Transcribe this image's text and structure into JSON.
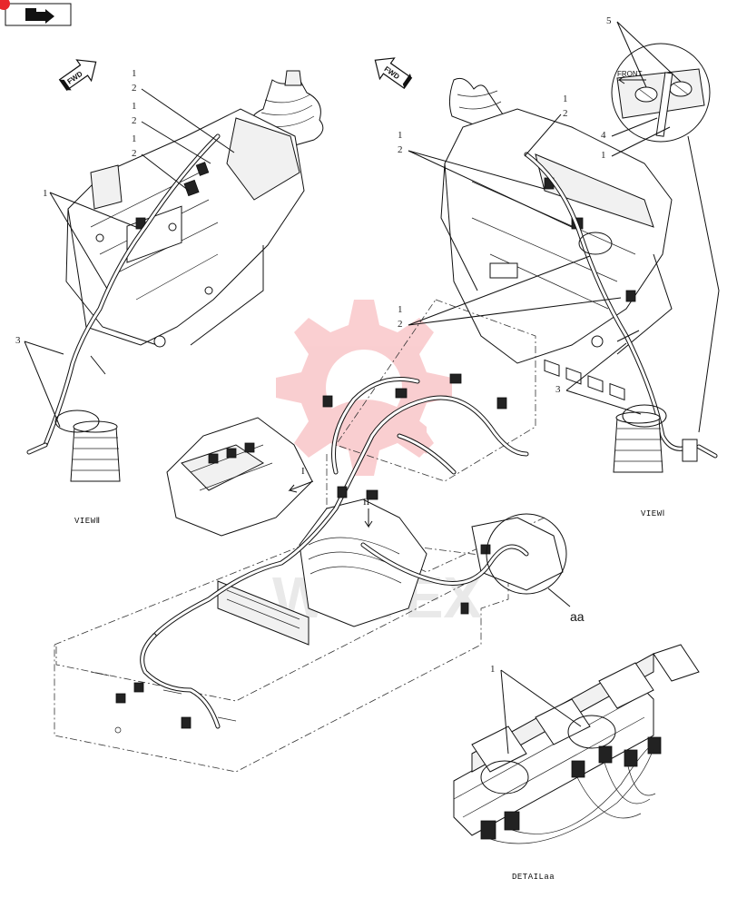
{
  "corner_badge": {
    "icon": "return-arrow-icon",
    "accent": "#e8262c"
  },
  "fwd_arrows": [
    {
      "label": "FWD"
    },
    {
      "label": "FWD"
    }
  ],
  "inset_label": "FRONT",
  "callouts": {
    "view_ii": [
      "1",
      "2",
      "1",
      "2",
      "1",
      "2",
      "1",
      "3"
    ],
    "view_i": [
      "1",
      "2",
      "1",
      "2",
      "1",
      "2",
      "3"
    ],
    "inset": [
      "5",
      "4",
      "1"
    ],
    "detail": [
      "1"
    ]
  },
  "arrow_marks": [
    "I",
    "II"
  ],
  "captions": {
    "view_ii": "VIEWⅡ",
    "view_i": "VIEWⅠ",
    "detail_ref": "aa",
    "detail": "DETAILaa"
  },
  "watermark": {
    "text": "WHTEX",
    "color": "#e8262c"
  }
}
